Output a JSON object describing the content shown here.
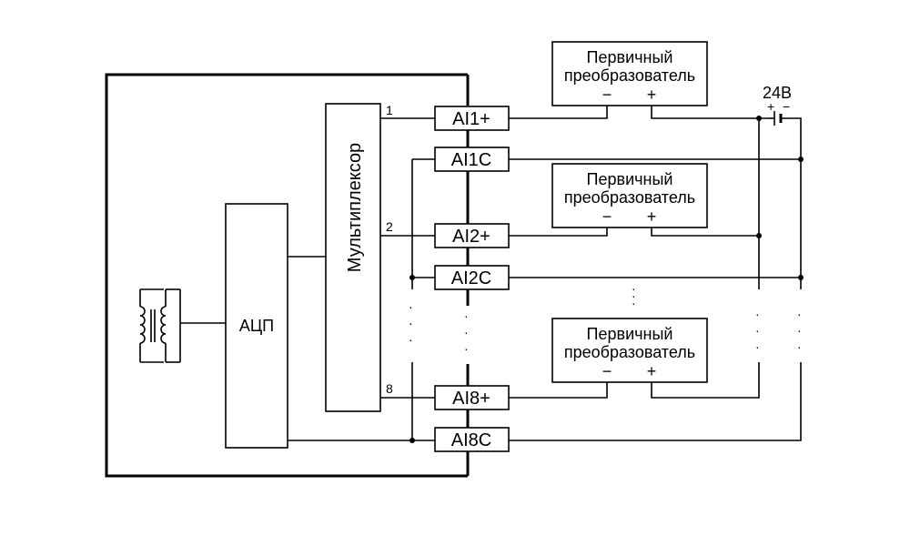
{
  "blocks": {
    "adc": "АЦП",
    "mux": "Мультиплексор"
  },
  "channels": {
    "ch1": "1",
    "ch2": "2",
    "ch8": "8"
  },
  "terminals": {
    "ai1p": "AI1+",
    "ai1c": "AI1C",
    "ai2p": "AI2+",
    "ai2c": "AI2C",
    "ai8p": "AI8+",
    "ai8c": "AI8C"
  },
  "sensors": {
    "s1": {
      "line1": "Первичный",
      "line2": "преобразователь",
      "minus": "−",
      "plus": "+"
    },
    "s2": {
      "line1": "Первичный",
      "line2": "преобразователь",
      "minus": "−",
      "plus": "+"
    },
    "s3": {
      "line1": "Первичный",
      "line2": "преобразователь",
      "minus": "−",
      "plus": "+"
    }
  },
  "power": {
    "voltage": "24В",
    "plus": "+",
    "minus": "−"
  }
}
